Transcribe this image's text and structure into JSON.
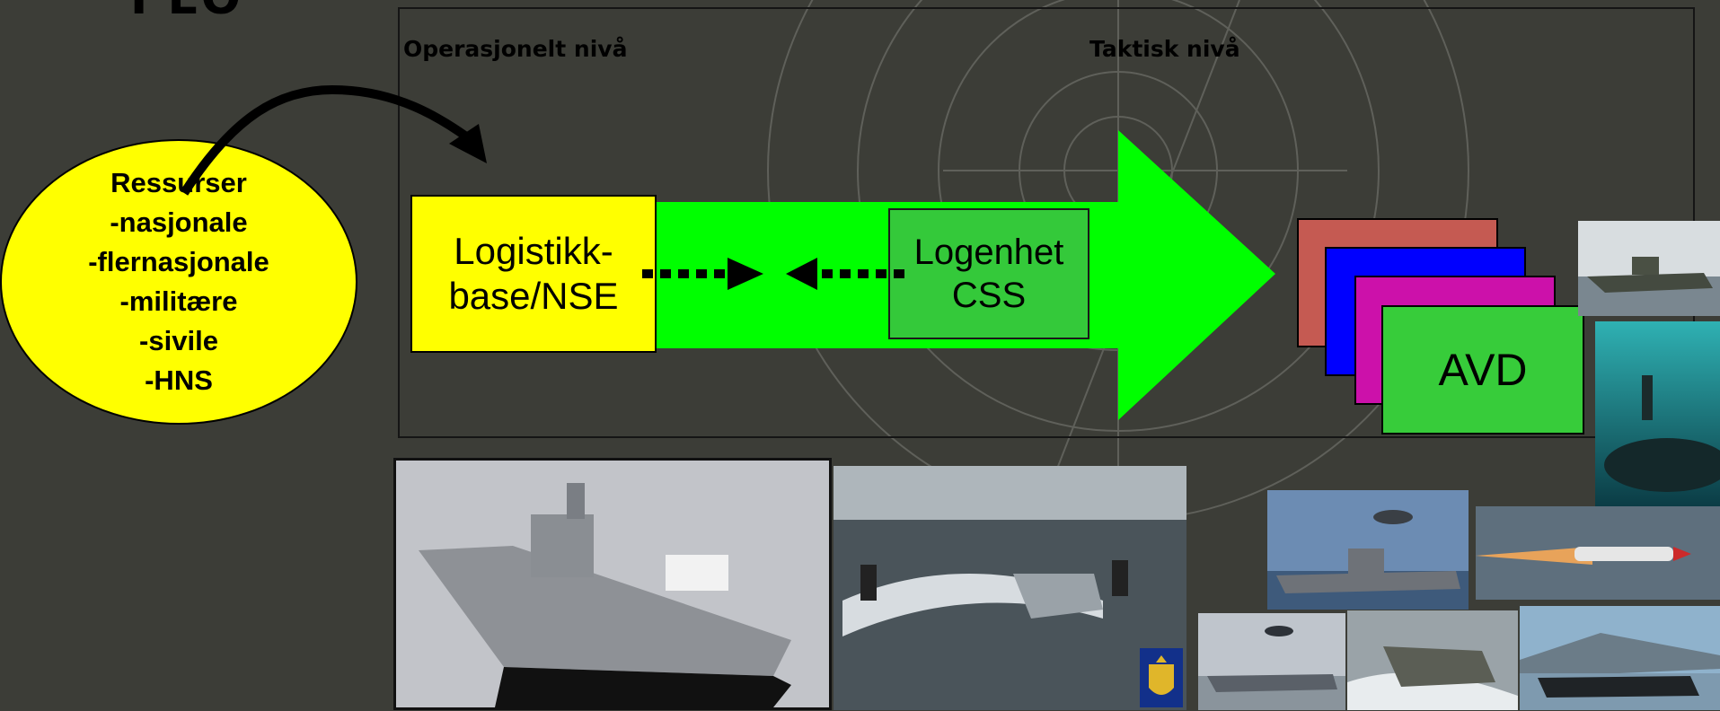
{
  "title_fragment": "FLO",
  "levels": {
    "operational": "Operasjonelt nivå",
    "tactical": "Taktisk nivå"
  },
  "resources": {
    "title": "Ressurser",
    "items": [
      "-nasjonale",
      "-flernasjonale",
      "-militære",
      "-sivile",
      "-HNS"
    ]
  },
  "base_box": {
    "line1": "Logistikk-",
    "line2": "base/NSE"
  },
  "log_unit": {
    "line1": "Logenhet",
    "line2": "CSS"
  },
  "avd": {
    "label": "AVD"
  },
  "colors": {
    "background": "#3c3d37",
    "yellow": "#ffff00",
    "arrow_green": "#00ff00",
    "card_red": "#c55a52",
    "card_blue": "#0000ff",
    "card_magenta": "#cc11aa",
    "card_green": "#37cc3a"
  },
  "photos": [
    {
      "name": "supply-ship-render-photo"
    },
    {
      "name": "ship-and-submarines-photo"
    },
    {
      "name": "navy-crest-icon"
    },
    {
      "name": "combat-boat-photo"
    },
    {
      "name": "submarine-underwater-photo"
    },
    {
      "name": "frigate-helicopter-photo"
    },
    {
      "name": "missile-launch-photo"
    },
    {
      "name": "minesweeper-helicopter-photo"
    },
    {
      "name": "combat-boat-wake-photo"
    },
    {
      "name": "rib-boat-photo"
    }
  ]
}
